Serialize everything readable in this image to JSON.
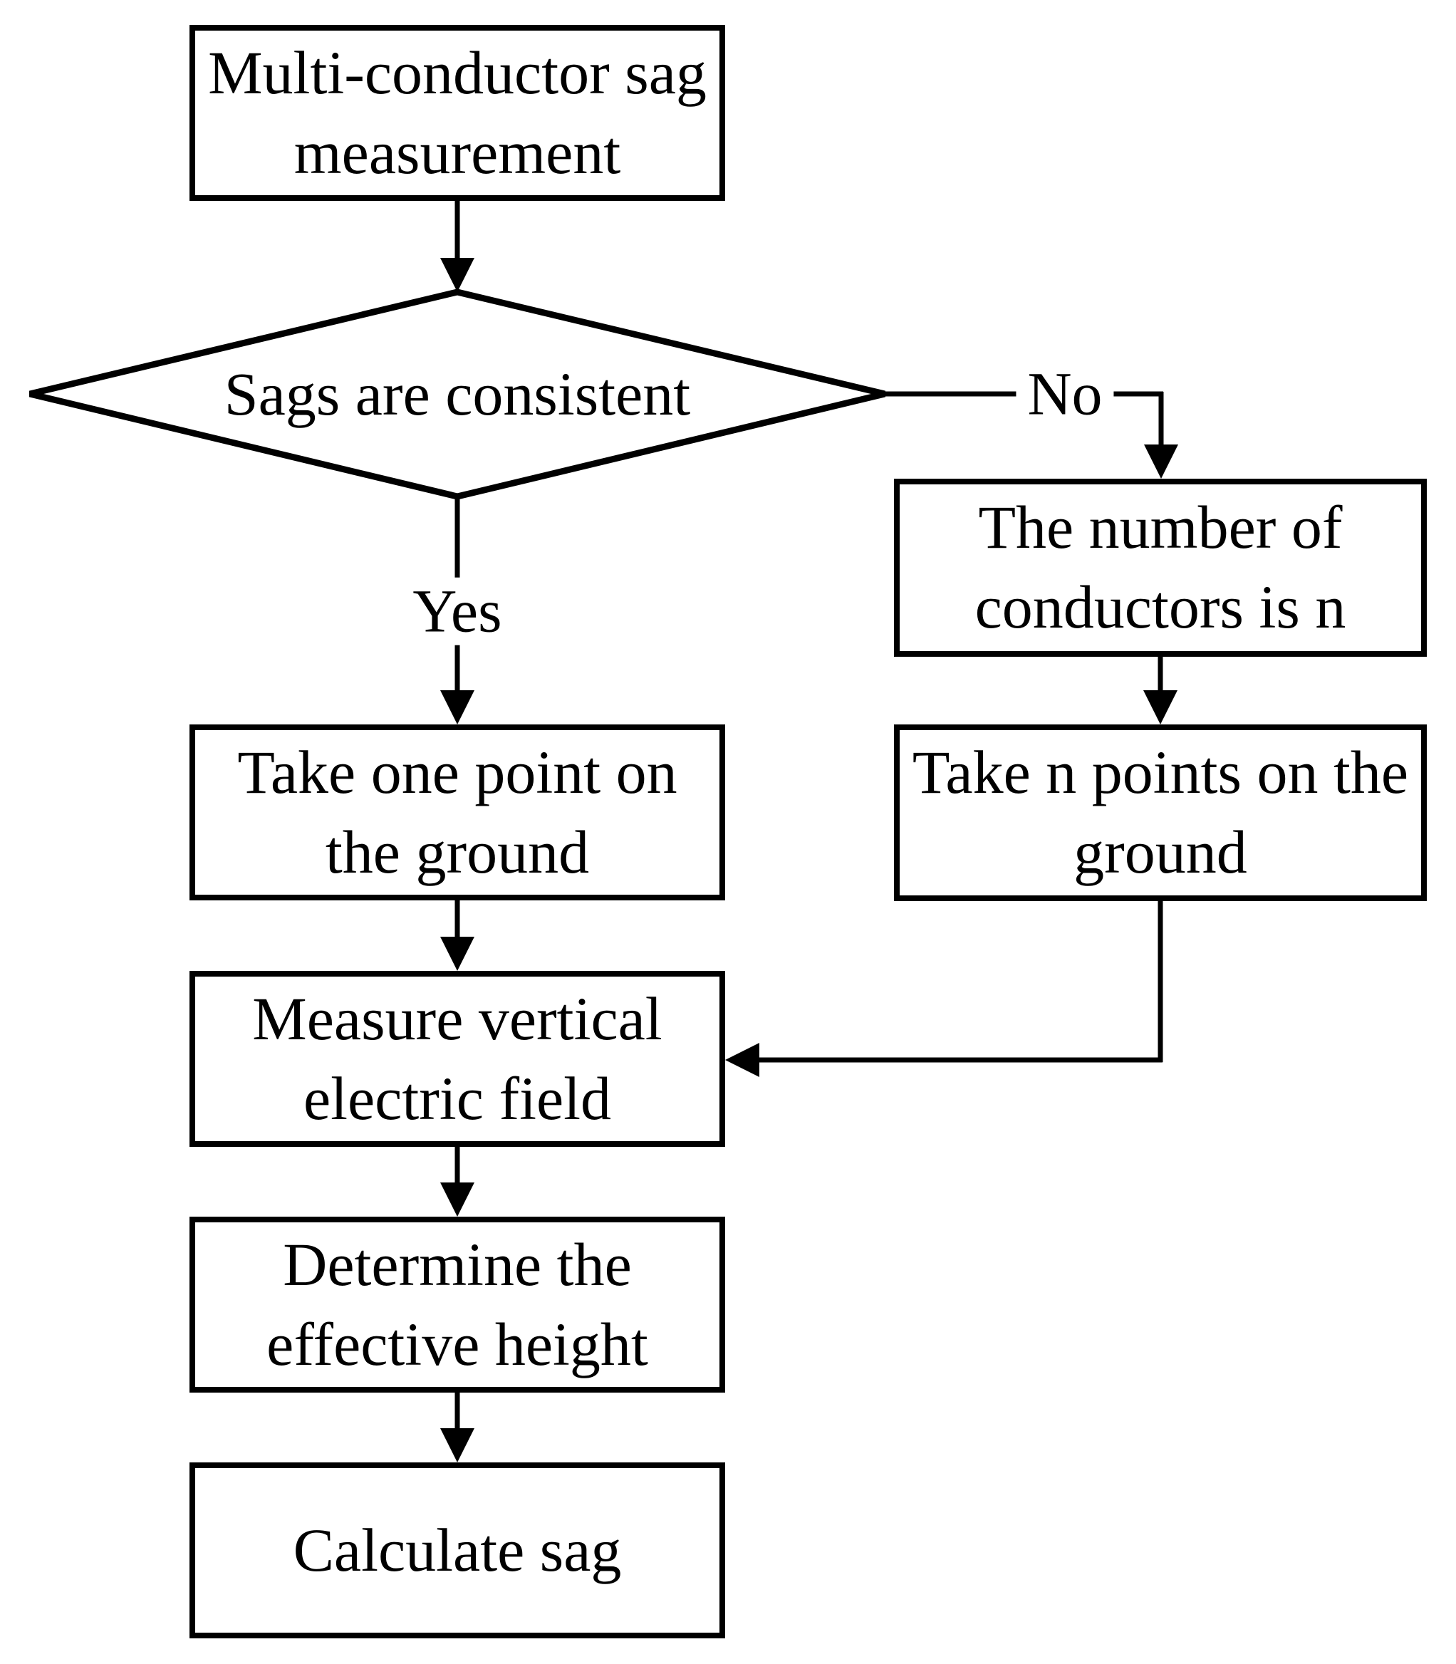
{
  "diagram": {
    "colors": {
      "stroke": "#000000",
      "fill": "#ffffff",
      "background": "#ffffff"
    },
    "nodes": {
      "start": {
        "shape": "rect",
        "lines": [
          "Multi-conductor sag",
          "measurement"
        ]
      },
      "decision": {
        "shape": "diamond",
        "lines": [
          "Sags are consistent"
        ]
      },
      "number": {
        "shape": "rect",
        "lines": [
          "The number of",
          "conductors is n"
        ]
      },
      "take_n": {
        "shape": "rect",
        "lines": [
          "Take n points on the",
          "ground"
        ]
      },
      "take_one": {
        "shape": "rect",
        "lines": [
          "Take one point on",
          "the ground"
        ]
      },
      "measure": {
        "shape": "rect",
        "lines": [
          "Measure vertical",
          "electric field"
        ]
      },
      "determine": {
        "shape": "rect",
        "lines": [
          "Determine the",
          "effective height"
        ]
      },
      "calculate": {
        "shape": "rect",
        "lines": [
          "Calculate sag"
        ]
      }
    },
    "edge_labels": {
      "yes": "Yes",
      "no": "No"
    }
  }
}
